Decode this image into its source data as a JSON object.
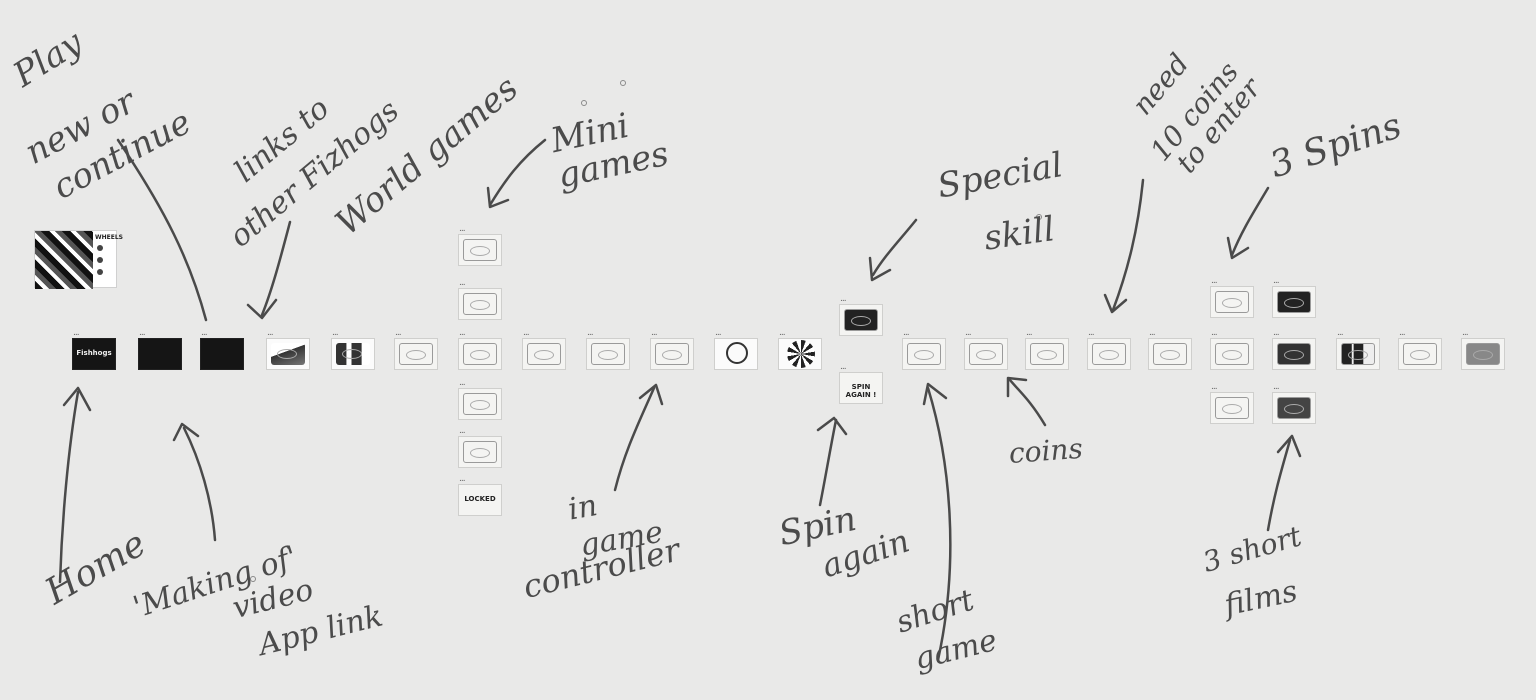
{
  "cover": {
    "title": "WHEELS"
  },
  "thumbnails": {
    "dots": "...",
    "home_text": "Fishhogs",
    "spin_again_text": "SPIN AGAIN !",
    "locked_text": "LOCKED"
  },
  "annotations": {
    "play": "Play",
    "new_or": "new or",
    "continue": "continue",
    "links_to": "links to",
    "other_fizhogs": "other Fizhogs",
    "world_games": "World games",
    "mini": "Mini",
    "games": "games",
    "special": "Special",
    "skill": "skill",
    "need": "need",
    "ten_coins": "10 coins",
    "to_enter": "to enter",
    "three_spins": "3 Spins",
    "home": "Home",
    "making_of": "'Making of'",
    "video": "video",
    "app_link": "App link",
    "in": "in",
    "game": "game",
    "controller": "controller",
    "spin": "Spin",
    "again": "again",
    "short": "short",
    "game2": "game",
    "coins": "coins",
    "three_short": "3 short",
    "films": "films"
  }
}
